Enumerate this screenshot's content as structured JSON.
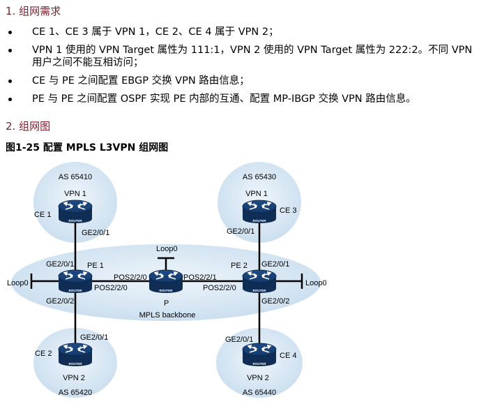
{
  "section1": "1. 组网需求",
  "bullets": [
    {
      "text": "CE 1、CE 3 属于 VPN 1，CE 2、CE 4 属于 VPN 2；",
      "cont": ""
    },
    {
      "text": "VPN 1 使用的 VPN Target 属性为 111:1，VPN 2 使用的 VPN Target 属性为 222:2。不同 VPN",
      "cont": "用户之间不能互相访问；"
    },
    {
      "text": "CE 与 PE 之间配置 EBGP 交换 VPN 路由信息；",
      "cont": ""
    },
    {
      "text": "PE 与 PE 之间配置 OSPF 实现 PE 内部的互通、配置 MP-IBGP 交换 VPN 路由信息。",
      "cont": ""
    }
  ],
  "section2": "2. 组网图",
  "figure_caption": "图1-25  配置 MPLS L3VPN 组网图",
  "diagram": {
    "router_badge": "ROUTER",
    "backbone_label": "MPLS backbone",
    "sites": {
      "tl": {
        "as": "AS 65410",
        "vpn": "VPN 1",
        "ce": "CE 1",
        "port": "GE2/0/1"
      },
      "tr": {
        "as": "AS 65430",
        "vpn": "VPN 1",
        "ce": "CE 3",
        "port": "GE2/0/1"
      },
      "bl": {
        "as": "AS 65420",
        "vpn": "VPN 2",
        "ce": "CE 2",
        "port": "GE2/0/1"
      },
      "br": {
        "as": "AS 65440",
        "vpn": "VPN 2",
        "ce": "CE 4",
        "port": "GE2/0/1"
      }
    },
    "pe1": {
      "name": "PE 1",
      "ge_up": "GE2/0/1",
      "ge_down": "GE2/0/2",
      "pos": "POS2/2/0",
      "loop": "Loop0"
    },
    "p": {
      "name": "P",
      "pos_left": "POS2/2/0",
      "pos_right": "POS2/2/1",
      "loop": "Loop0"
    },
    "pe2": {
      "name": "PE 2",
      "ge_up": "GE2/0/1",
      "ge_down": "GE2/0/2",
      "pos": "POS2/2/0",
      "loop": "Loop0"
    }
  }
}
